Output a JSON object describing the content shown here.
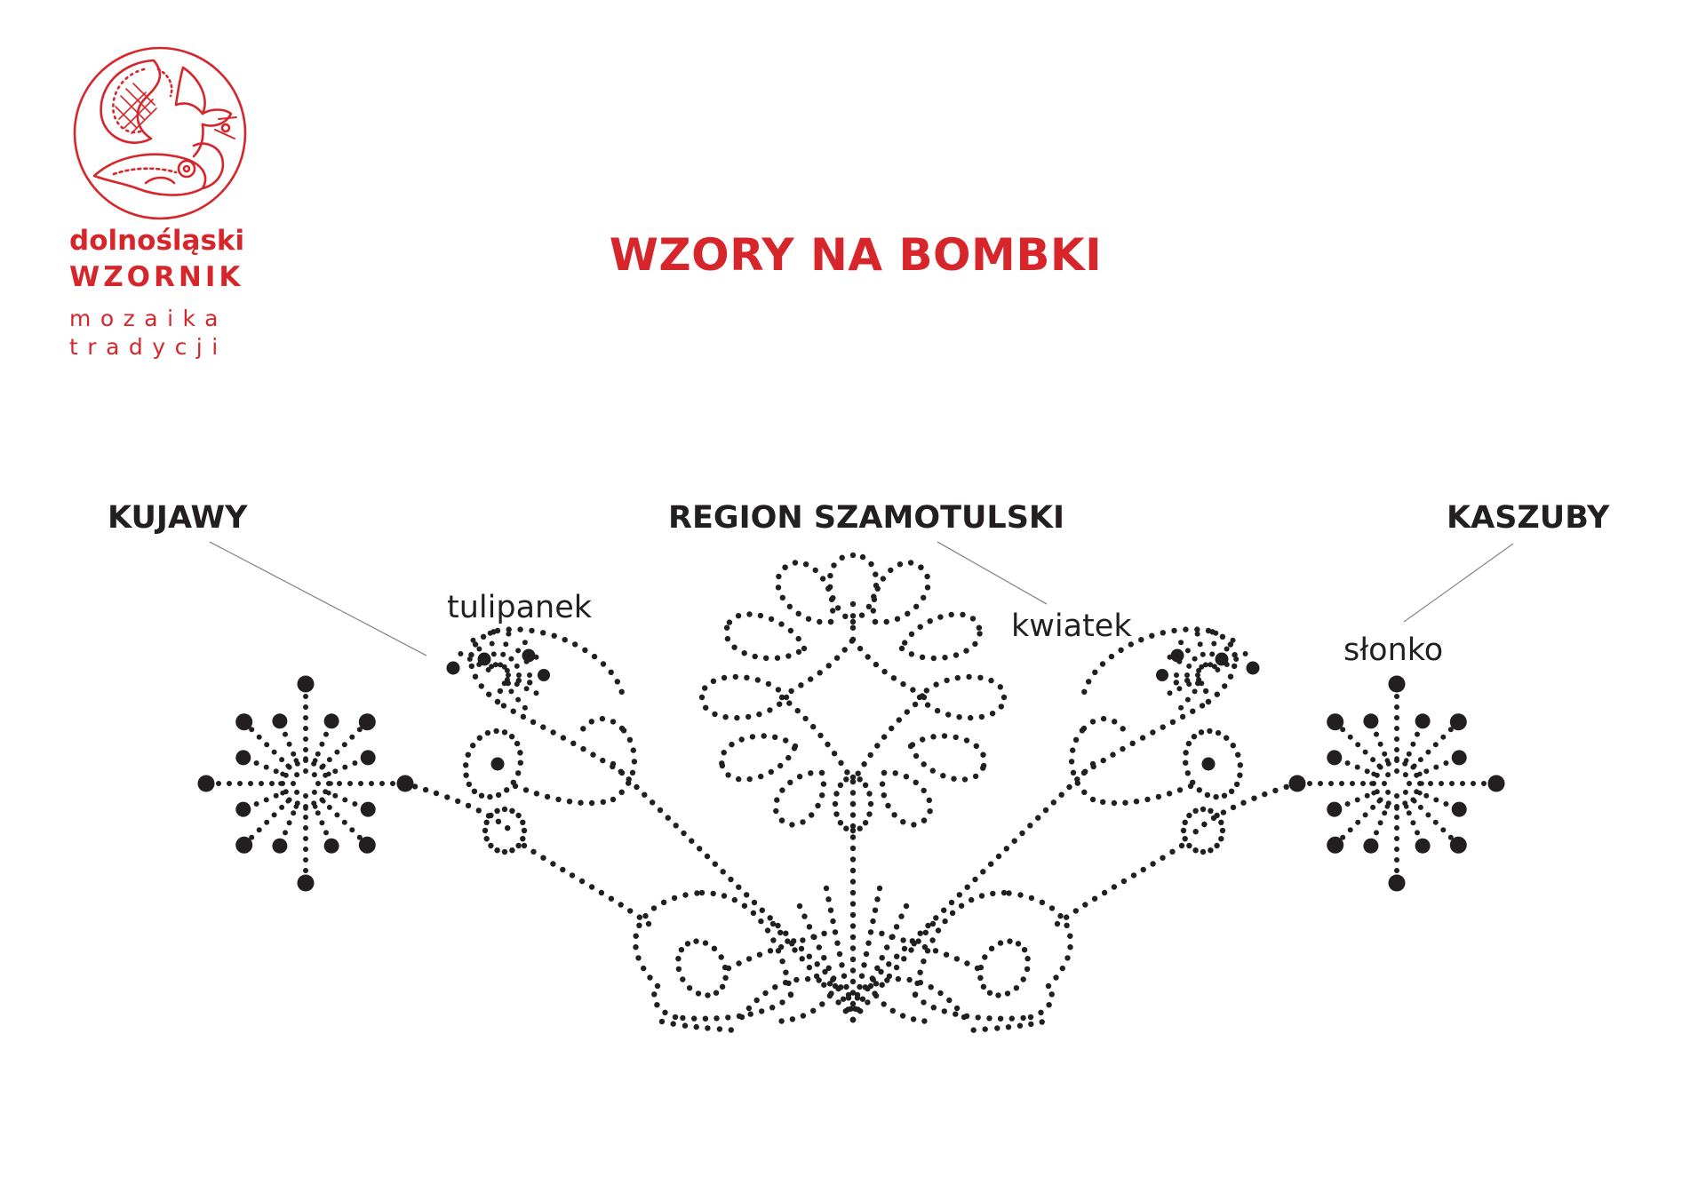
{
  "logo": {
    "line1": "dolnośląski",
    "line2": "WZORNIK",
    "line3": "mozaika",
    "line4": "tradycji",
    "color": "#d7262b"
  },
  "title": "WZORY NA BOMBKI",
  "regions": {
    "left": "KUJAWY",
    "center": "REGION SZAMOTULSKI",
    "right": "KASZUBY"
  },
  "motifs": {
    "left": "tulipanek",
    "center": "kwiatek",
    "right": "słonko"
  },
  "colors": {
    "accent": "#d7262b",
    "dots": "#231f20",
    "leader": "#8a8a8a"
  }
}
